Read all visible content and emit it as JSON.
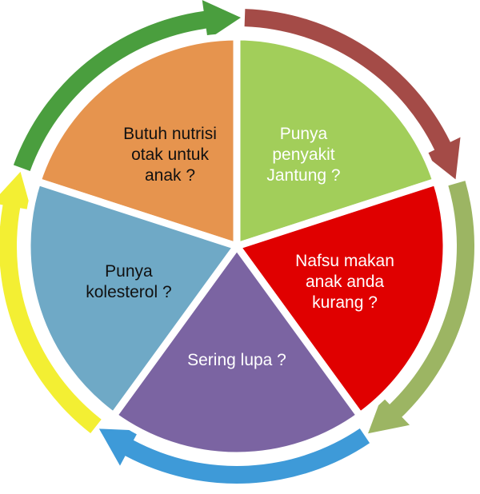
{
  "diagram": {
    "type": "cycle",
    "segments": [
      {
        "lines": [
          "Butuh nutrisi",
          "otak untuk",
          "anak  ?"
        ],
        "color": "#E6944E",
        "text_color": "#111111",
        "arrow_color": "#4A9E3E"
      },
      {
        "lines": [
          "Punya",
          "penyakit",
          "Jantung ?"
        ],
        "color": "#A2CE5A",
        "text_color": "#FFFFFF",
        "arrow_color": "#A44B47"
      },
      {
        "lines": [
          "Nafsu makan",
          "anak anda",
          "kurang  ?"
        ],
        "color": "#E00000",
        "text_color": "#FFFFFF",
        "arrow_color": "#9CB563"
      },
      {
        "lines": [
          "Sering lupa ?"
        ],
        "color": "#7B64A2",
        "text_color": "#FFFFFF",
        "arrow_color": "#3E9AD8"
      },
      {
        "lines": [
          "Punya",
          "kolesterol ?"
        ],
        "color": "#6FA9C6",
        "text_color": "#111111",
        "arrow_color": "#F3EF33"
      }
    ]
  }
}
